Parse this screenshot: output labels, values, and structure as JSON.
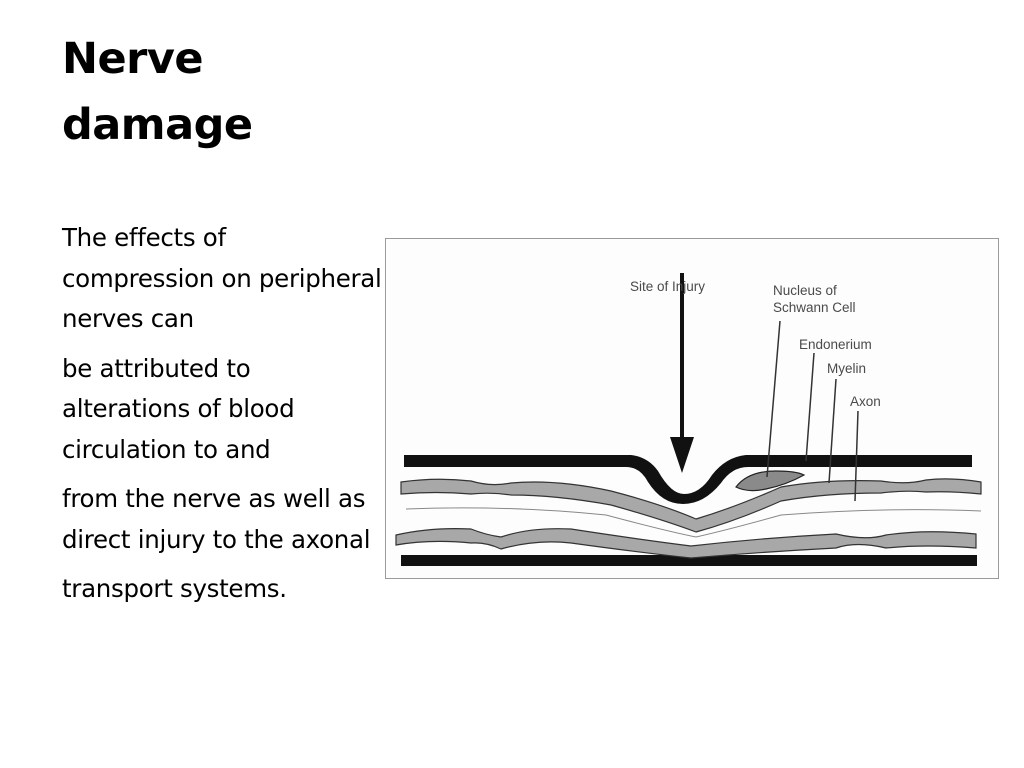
{
  "slide": {
    "title_lines": [
      "Nerve",
      "damage"
    ],
    "paragraphs": [
      "The effects of compression on peripheral nerves can",
      "be attributed to alterations of blood circulation to and",
      "from the nerve as well as direct injury to the axonal",
      "transport systems."
    ]
  },
  "figure": {
    "labels": {
      "site_of_injury": "Site of Injury",
      "schwann_line1": "Nucleus of",
      "schwann_line2": "Schwann Cell",
      "endonerium": "Endonerium",
      "myelin": "Myelin",
      "axon": "Axon"
    },
    "colors": {
      "ink": "#111111",
      "myelin_fill": "#a8a8a8",
      "label": "#4a4a4a"
    }
  }
}
